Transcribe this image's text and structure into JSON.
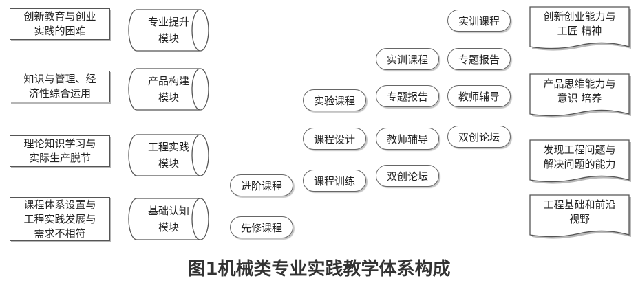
{
  "problems": [
    "创新教育与创业\n实践的困难",
    "知识与管理、经\n济性综合运用",
    "理论知识学习与\n实际生产脱节",
    "课程体系设置与\n工程实践发展与\n需求不相符"
  ],
  "modules": [
    "专业提升\n模块",
    "产品构建\n模块",
    "工程实践\n模块",
    "基础认知\n模块"
  ],
  "courses": {
    "advanced": "进阶课程",
    "prerequisite": "先修课程",
    "experiment": "实验课程",
    "course_design": "课程设计",
    "course_training": "课程训练",
    "col4_training": "实训课程",
    "col4_report": "专题报告",
    "col4_teacher": "教师辅导",
    "col4_forum": "双创论坛",
    "col5_training": "实训课程",
    "col5_report": "专题报告",
    "col5_teacher": "教师辅导",
    "col5_forum": "双创论坛"
  },
  "outcomes": [
    "创新创业能力与\n工匠 精神",
    "产品思维能力与\n意识 培养",
    "发现工程问题与\n解决问题的能力",
    "工程基础和前沿\n视野"
  ],
  "caption": "图1机械类专业实践教学体系构成"
}
